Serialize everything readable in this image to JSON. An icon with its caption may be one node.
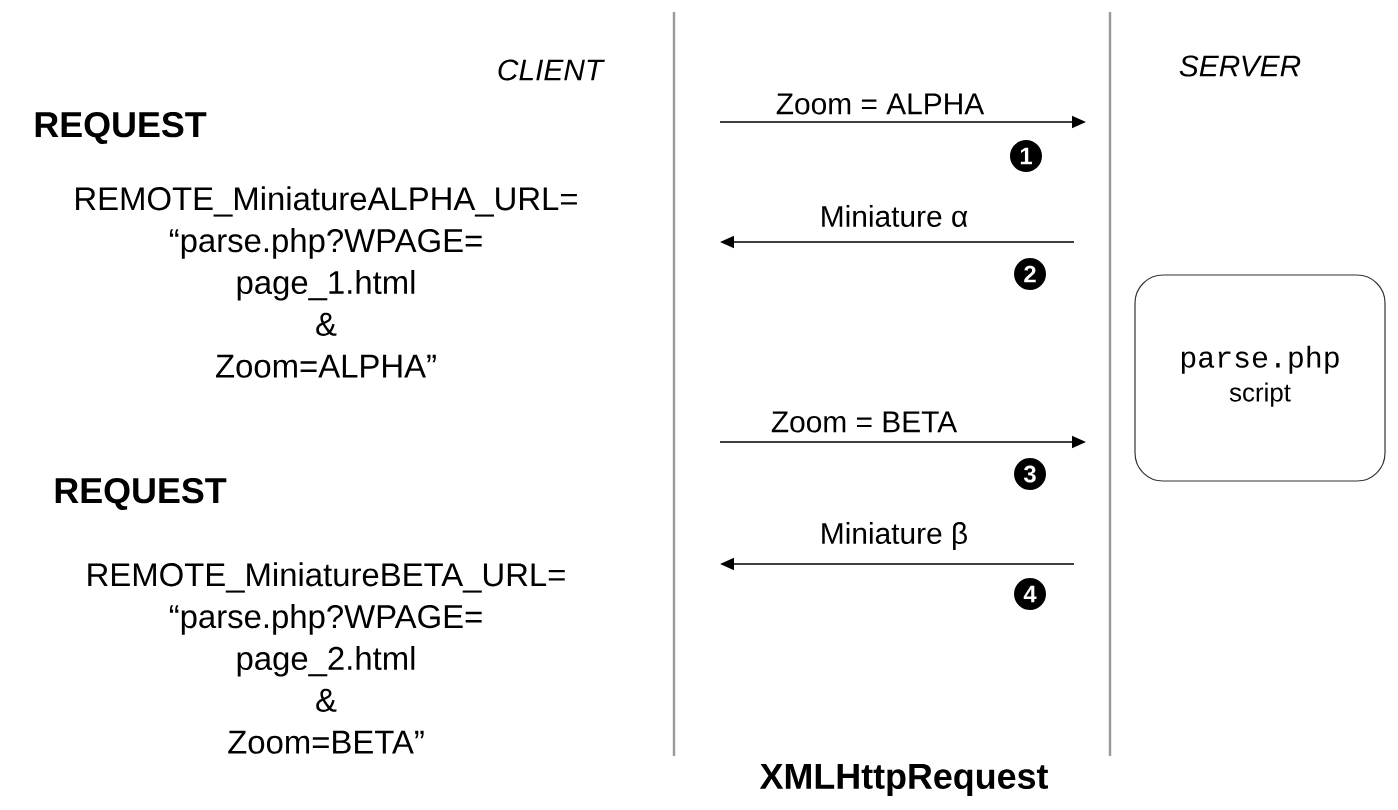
{
  "diagram": {
    "nodes": [
      {
        "text": [
          "parse.php",
          "script"
        ]
      }
    ],
    "labels": [
      "CLIENT",
      "SERVER",
      "REQUEST",
      "REMOTE_MiniatureALPHA_URL= “parse.php?WPAGE= page_1.html & Zoom=ALPHA”",
      "Zoom = ALPHA",
      "1",
      "Miniature α",
      "2",
      "Zoom = BETA",
      "3",
      "Miniature β",
      "4",
      "REQUEST",
      "REMOTE_MiniatureBETA_URL= “parse.php?WPAGE= page_2.html & Zoom=BETA”",
      "XMLHttpRequest"
    ]
  }
}
